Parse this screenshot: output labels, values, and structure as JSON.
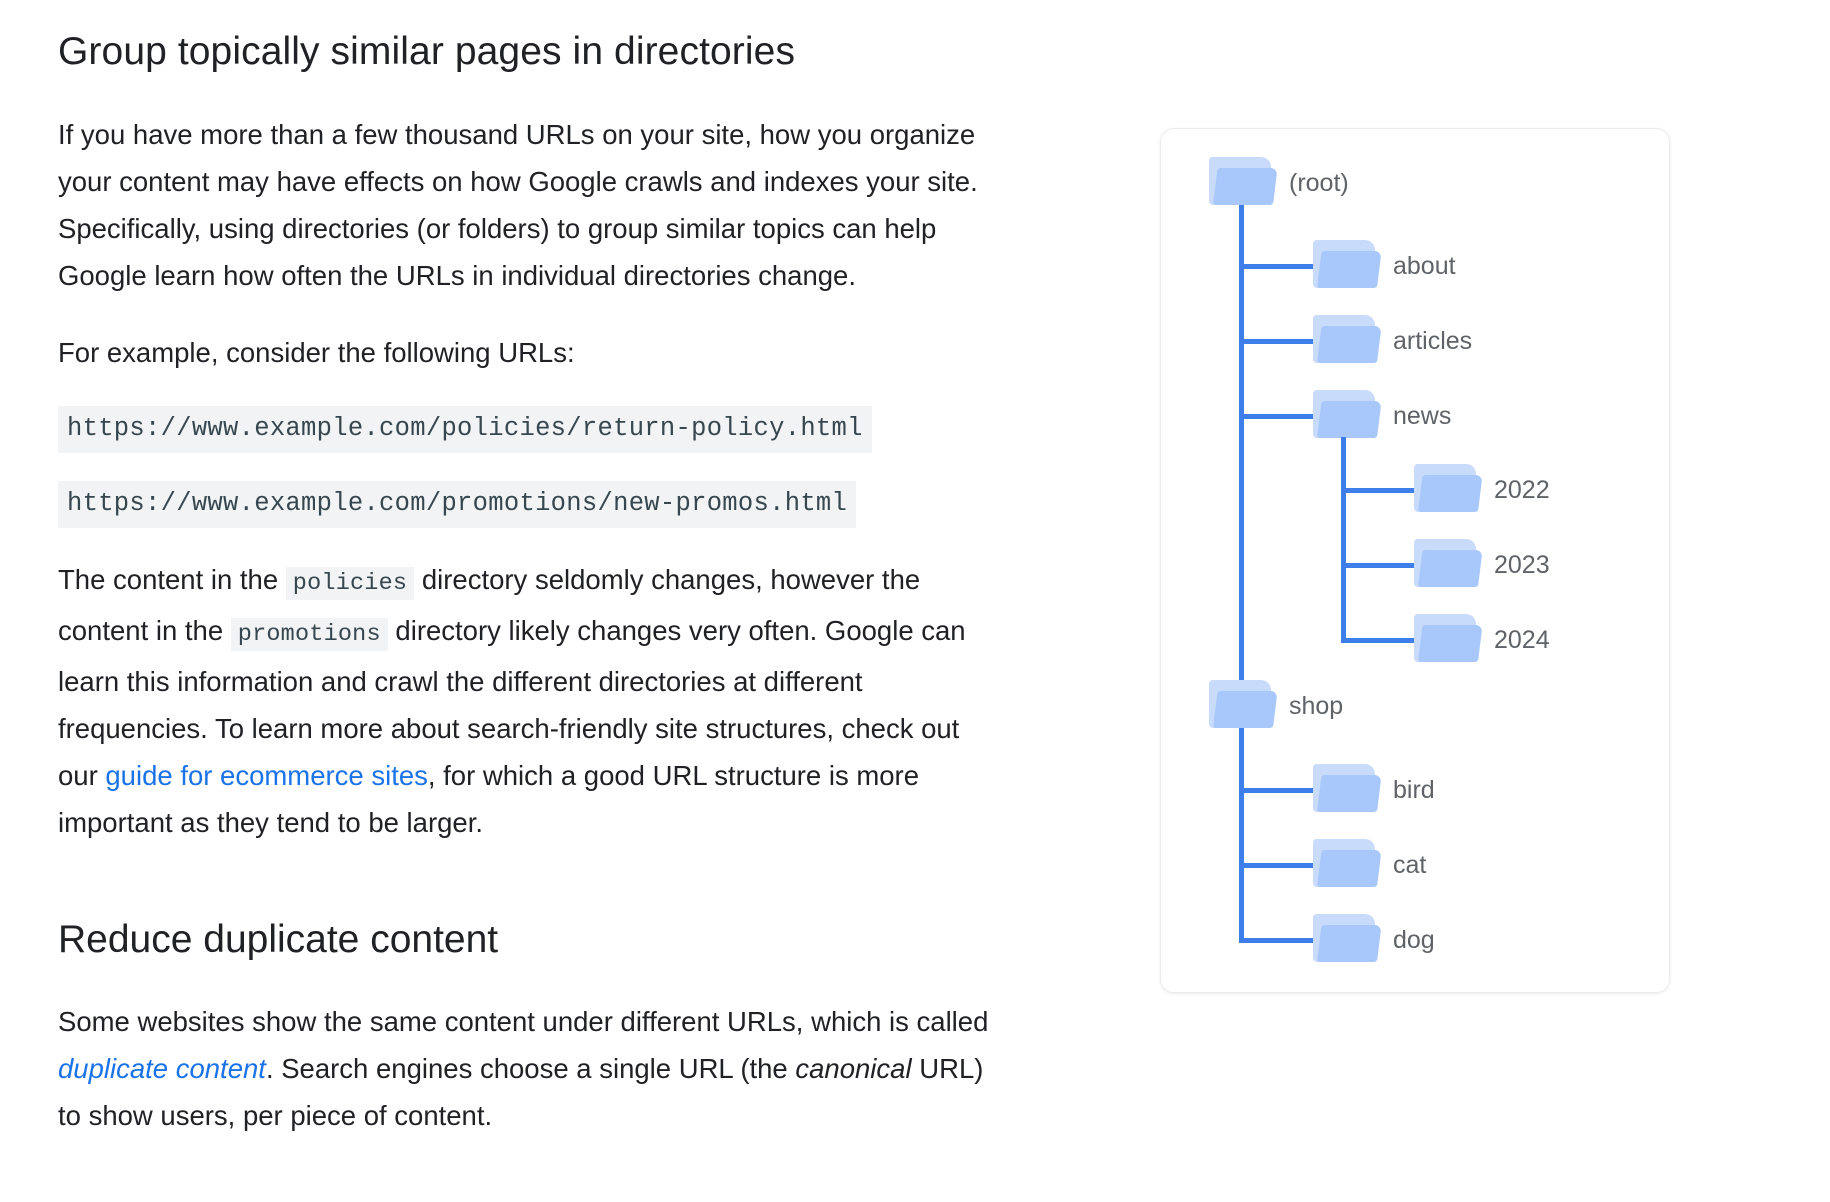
{
  "article": {
    "heading_1": "Group topically similar pages in directories",
    "paragraph_1": "If you have more than a few thousand URLs on your site, how you organize your content may have effects on how Google crawls and indexes your site. Specifically, using directories (or folders) to group similar topics can help Google learn how often the URLs in individual directories change.",
    "paragraph_2": "For example, consider the following URLs:",
    "code_url_1": "https://www.example.com/policies/return-policy.html",
    "code_url_2": "https://www.example.com/promotions/new-promos.html",
    "paragraph_3": {
      "part_1": "The content in the ",
      "code_1": "policies",
      "part_2": " directory seldomly changes, however the content in the ",
      "code_2": "promotions",
      "part_3": " directory likely changes very often. Google can learn this information and crawl the different directories at different frequencies. To learn more about search-friendly site structures, check out our ",
      "link": "guide for ecommerce sites",
      "part_4": ", for which a good URL structure is more important as they tend to be larger."
    },
    "heading_2": "Reduce duplicate content",
    "paragraph_4": {
      "part_1": "Some websites show the same content under different URLs, which is called ",
      "link": "duplicate content",
      "part_2": ". Search engines choose a single URL (the ",
      "italic": "canonical",
      "part_3": " URL) to show users, per piece of content."
    }
  },
  "diagram": {
    "nodes": {
      "root": "(root)",
      "about": "about",
      "articles": "articles",
      "news": "news",
      "year_2022": "2022",
      "year_2023": "2023",
      "year_2024": "2024",
      "shop": "shop",
      "bird": "bird",
      "cat": "cat",
      "dog": "dog"
    }
  },
  "colors": {
    "link": "#1a73e8",
    "tree_line": "#3d7eea",
    "folder_front": "#a8c7fa",
    "folder_back": "#c9dbfb",
    "code_bg": "#f1f3f4",
    "label": "#5f6368"
  }
}
